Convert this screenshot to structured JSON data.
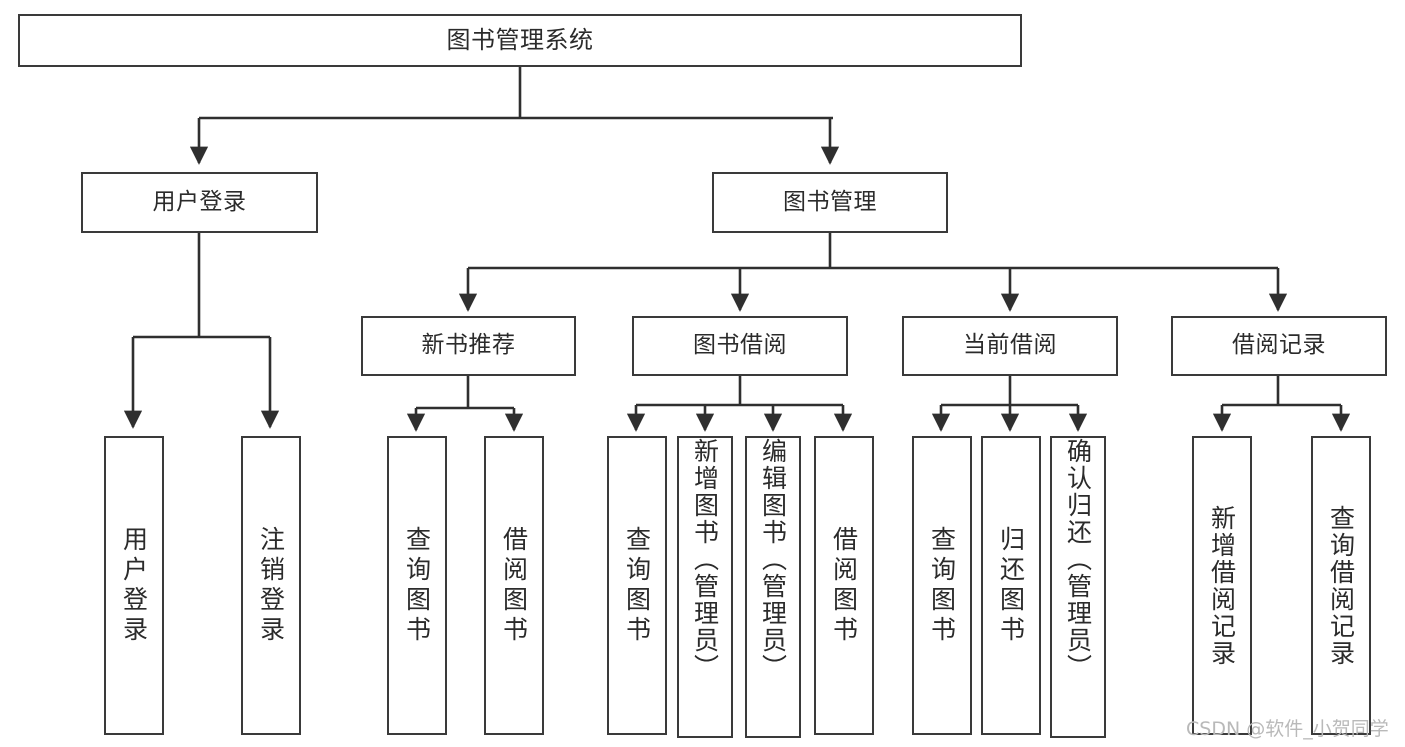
{
  "diagram": {
    "title": "图书管理系统",
    "type": "tree-hierarchy-diagram",
    "orientation": "top-down",
    "style": {
      "box_border_color": "#3a3a3a",
      "box_fill_color": "#ffffff",
      "text_color": "#2b2b2b",
      "connector_color": "#3a3a3a",
      "background_color": "#ffffff"
    },
    "nodes": {
      "root": {
        "label": "图书管理系统"
      },
      "level1": [
        {
          "id": "user-login",
          "label": "用户登录"
        },
        {
          "id": "book-manage",
          "label": "图书管理"
        }
      ],
      "level2": [
        {
          "id": "new-book-recommend",
          "label": "新书推荐"
        },
        {
          "id": "book-borrow",
          "label": "图书借阅"
        },
        {
          "id": "current-borrow",
          "label": "当前借阅"
        },
        {
          "id": "borrow-record",
          "label": "借阅记录"
        }
      ],
      "leaves": {
        "user_login": [
          {
            "id": "leaf-user-login",
            "label": "用户登录"
          },
          {
            "id": "leaf-logout-login",
            "label": "注销登录"
          }
        ],
        "new_book_recommend": [
          {
            "id": "leaf-query-book-1",
            "label": "查询图书"
          },
          {
            "id": "leaf-borrow-book-1",
            "label": "借阅图书"
          }
        ],
        "book_borrow": [
          {
            "id": "leaf-query-book-2",
            "label": "查询图书"
          },
          {
            "id": "leaf-add-book",
            "label": "新增图书（管理员）"
          },
          {
            "id": "leaf-edit-book",
            "label": "编辑图书（管理员）"
          },
          {
            "id": "leaf-borrow-book-2",
            "label": "借阅图书"
          }
        ],
        "current_borrow": [
          {
            "id": "leaf-query-book-3",
            "label": "查询图书"
          },
          {
            "id": "leaf-return-book",
            "label": "归还图书"
          },
          {
            "id": "leaf-confirm-return",
            "label": "确认归还（管理员）"
          }
        ],
        "borrow_record": [
          {
            "id": "leaf-add-record",
            "label": "新增借阅记录"
          },
          {
            "id": "leaf-query-record",
            "label": "查询借阅记录"
          }
        ]
      }
    },
    "watermark": "CSDN @软件_小贺同学"
  }
}
